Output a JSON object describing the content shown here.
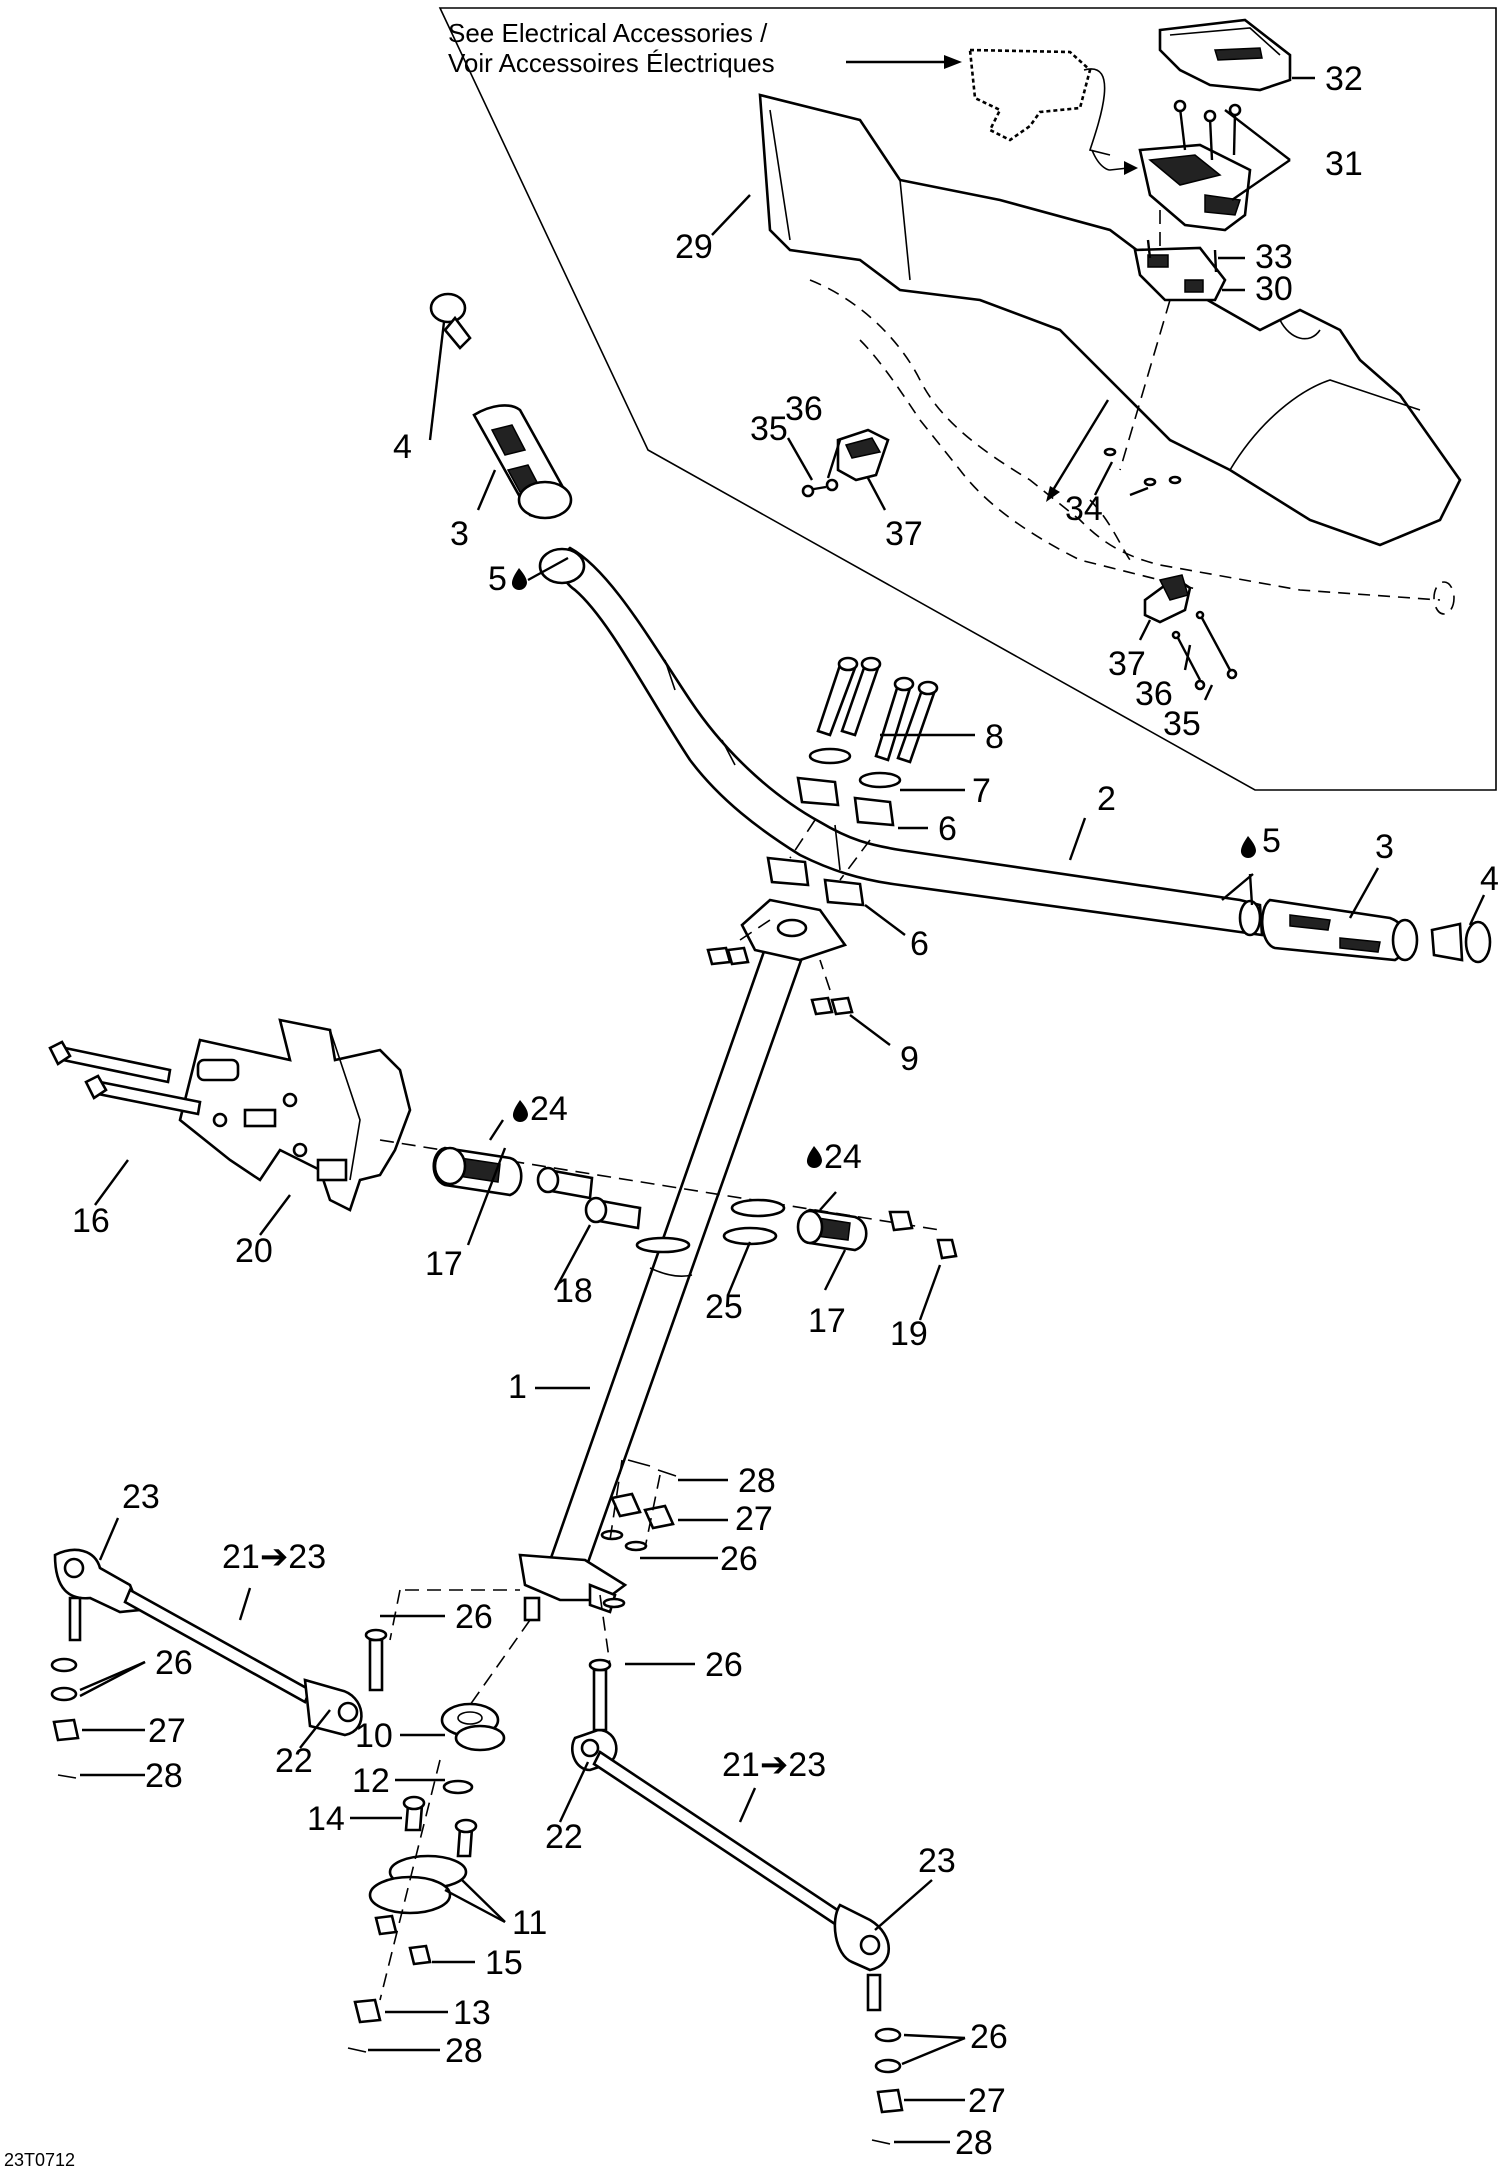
{
  "inset": {
    "note_line1": "See Electrical Accessories  /",
    "note_line2": "Voir Accessoires Électriques"
  },
  "drawing_code": "23T0712",
  "callouts": {
    "c1": "1",
    "c2": "2",
    "c3a": "3",
    "c3b": "3",
    "c4a": "4",
    "c4b": "4",
    "c5a": "5",
    "c5b": "5",
    "c6a": "6",
    "c6b": "6",
    "c7": "7",
    "c8": "8",
    "c9": "9",
    "c10": "10",
    "c11": "11",
    "c12": "12",
    "c13": "13",
    "c14": "14",
    "c15": "15",
    "c16": "16",
    "c17a": "17",
    "c17b": "17",
    "c18": "18",
    "c19": "19",
    "c20": "20",
    "c21a": "21➔23",
    "c21b": "21➔23",
    "c22a": "22",
    "c22b": "22",
    "c23a": "23",
    "c23b": "23",
    "c24a": "24",
    "c24b": "24",
    "c25": "25",
    "c26a": "26",
    "c26b": "26",
    "c26c": "26",
    "c26d": "26",
    "c26e": "26",
    "c27a": "27",
    "c27b": "27",
    "c27c": "27",
    "c28a": "28",
    "c28b": "28",
    "c28c": "28",
    "c28d": "28",
    "c29": "29",
    "c30": "30",
    "c31": "31",
    "c32": "32",
    "c33": "33",
    "c34": "34",
    "c35a": "35",
    "c35b": "35",
    "c36a": "36",
    "c36b": "36",
    "c37a": "37",
    "c37b": "37"
  },
  "icons": {
    "lubricant": "oil-drop-icon"
  }
}
